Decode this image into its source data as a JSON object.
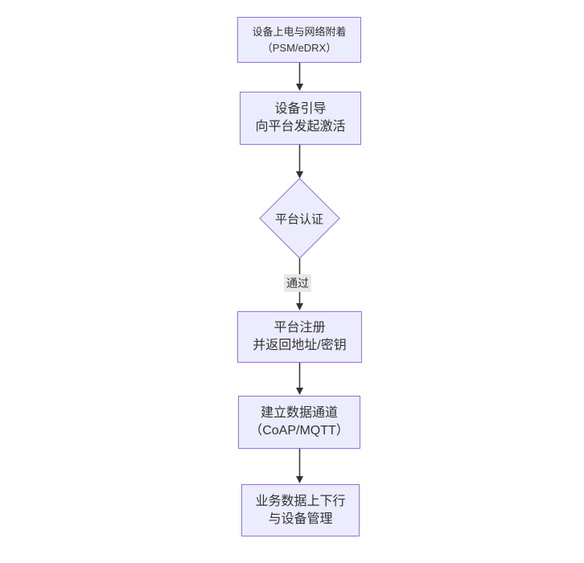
{
  "diagram": {
    "type": "flowchart-vertical",
    "colors": {
      "node_fill": "#ECECFF",
      "node_border": "#9370DB",
      "text": "#333333",
      "edge": "#333333",
      "edge_label_bg": "#e8e8e8",
      "background": "#ffffff"
    },
    "nodes": {
      "power": {
        "line1": "设备上电与网络附着",
        "line2": "（PSM/eDRX）"
      },
      "boot": {
        "line1": "设备引导",
        "line2": "向平台发起激活"
      },
      "auth": {
        "label": "平台认证"
      },
      "register": {
        "line1": "平台注册",
        "line2": "并返回地址/密钥"
      },
      "channel": {
        "line1": "建立数据通道",
        "line2": "（CoAP/MQTT）"
      },
      "business": {
        "line1": "业务数据上下行",
        "line2": "与设备管理"
      }
    },
    "edges": {
      "auth_to_register_label": "通过"
    }
  }
}
